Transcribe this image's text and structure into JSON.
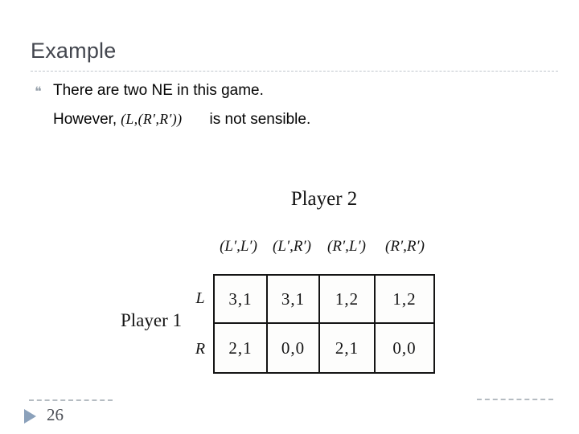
{
  "slide": {
    "title": "Example",
    "page_number": "26",
    "bullet_glyph": "❝"
  },
  "content": {
    "line1": "There are two NE in this game.",
    "line2_prefix": "However,",
    "line2_formula": "(L,(R′,R′))",
    "line2_suffix": "is not sensible."
  },
  "matrix": {
    "player2_label": "Player 2",
    "player1_label": "Player 1",
    "column_headers": [
      "(L′,L′)",
      "(L′,R′)",
      "(R′,L′)",
      "(R′,R′)"
    ],
    "row_labels": [
      "L",
      "R"
    ],
    "rows": [
      {
        "label": "L",
        "cells": [
          "3,1",
          "3,1",
          "1,2",
          "1,2"
        ]
      },
      {
        "label": "R",
        "cells": [
          "2,1",
          "0,0",
          "2,1",
          "0,0"
        ]
      }
    ]
  },
  "colors": {
    "title_text": "#43464e",
    "body_text": "#050505",
    "dashed_rule": "#c0c6cc",
    "footer_arrow": "#8ba1bb",
    "matrix_ink": "#141414"
  }
}
